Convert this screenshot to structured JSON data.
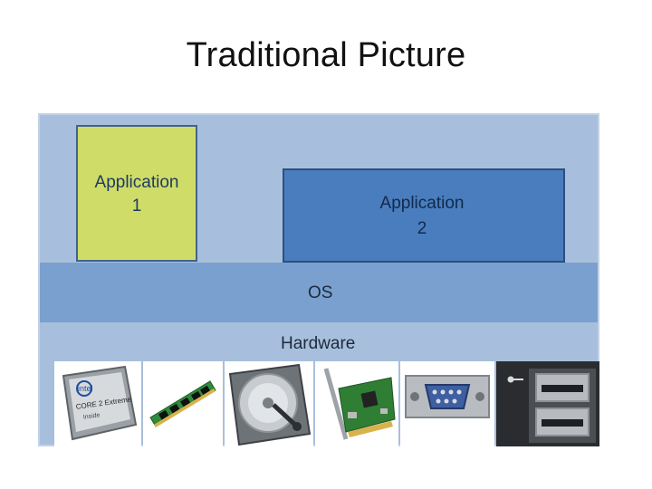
{
  "title": "Traditional Picture",
  "stack": {
    "app1": {
      "line1": "Application",
      "line2": "1"
    },
    "app2": {
      "line1": "Application",
      "line2": "2"
    },
    "os": "OS",
    "hardware": "Hardware",
    "hardware_items": [
      "cpu-chip",
      "ram-module",
      "hard-drive",
      "network-card",
      "serial-port",
      "usb-ports"
    ]
  },
  "colors": {
    "background": "#a7bfdc",
    "os_band": "#7aa0cf",
    "app1": "#cfdc67",
    "app2": "#4a7dbd"
  },
  "processor_chip_text": {
    "brand": "intel",
    "model": "CORE 2 Extreme",
    "sub": "Inside"
  }
}
